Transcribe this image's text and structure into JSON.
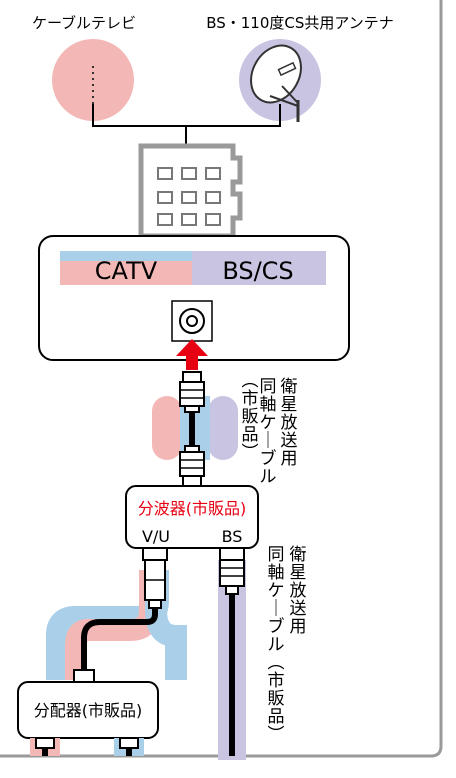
{
  "diagram": {
    "left_source_label": "ケーブルテレビ",
    "right_source_label": "BS・110度CS共用アンテナ",
    "panel_left_label": "CATV",
    "panel_right_label": "BS/CS",
    "cable_label_line1": "衛星放送用",
    "cable_label_line2": "同軸ケーブル",
    "cable_label_line3": "(市販品)",
    "splitter_label": "分波器(市販品)",
    "splitter_port_left": "V/U",
    "splitter_port_right": "BS",
    "bs_cable_label_line1": "衛星放送用",
    "bs_cable_label_line2": "同軸ケーブル(市販品)",
    "distributor_label": "分配器(市販品)"
  },
  "colors": {
    "catv_pink": "#f3b8b6",
    "bs_lavender": "#c8c4e2",
    "cable_blue": "#a9cfe9",
    "arrow_red": "#e60012",
    "splitter_text_red": "#e60012"
  }
}
